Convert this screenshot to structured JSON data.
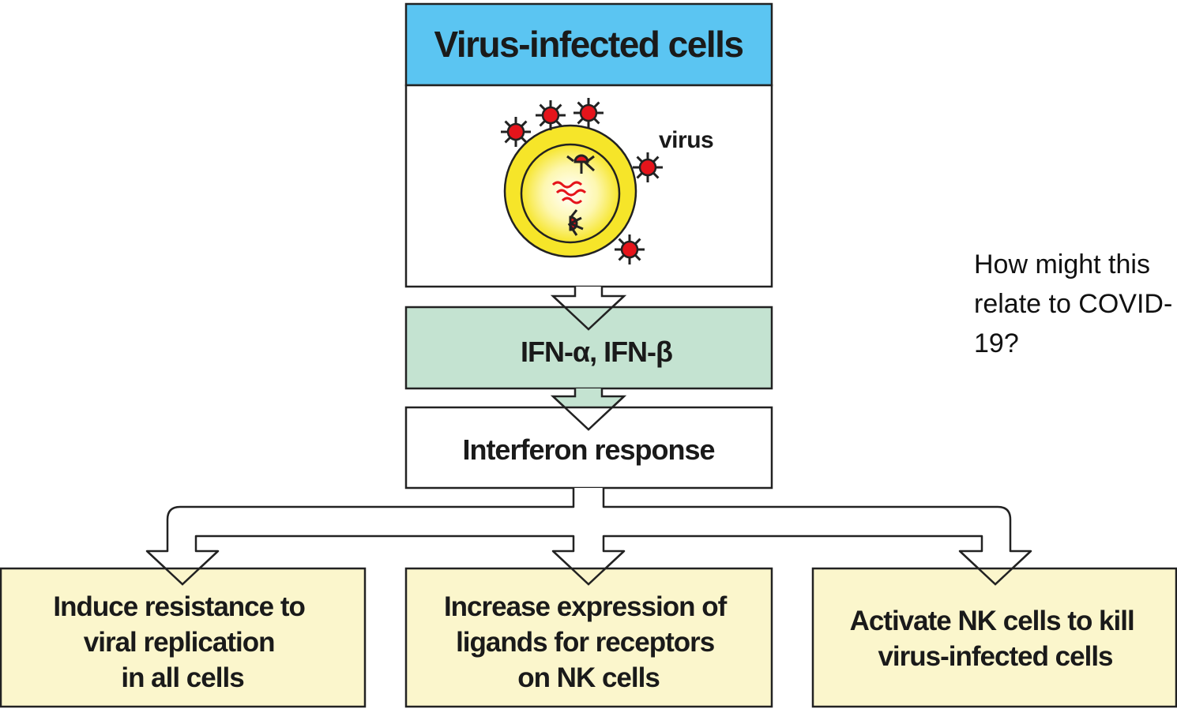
{
  "diagram": {
    "title": "Virus-infected cells",
    "virus_label": "virus",
    "ifn_label": "IFN-α, IFN-β",
    "response_label": "Interferon response",
    "outcomes": [
      {
        "lines": [
          "Induce resistance to",
          "viral replication",
          "in all cells"
        ]
      },
      {
        "lines": [
          "Increase expression of",
          "ligands for receptors",
          "on NK cells"
        ]
      },
      {
        "lines": [
          "Activate NK cells to kill",
          "virus-infected cells"
        ]
      }
    ],
    "colors": {
      "title_fill": "#5bc5f2",
      "ifn_fill": "#c4e3d1",
      "outcome_fill": "#fbf6cc",
      "cell_yellow": "#f6e529",
      "virus_red": "#e5141b"
    }
  },
  "side_note": {
    "question": "How might this\nrelate to COVID-\n19?"
  }
}
